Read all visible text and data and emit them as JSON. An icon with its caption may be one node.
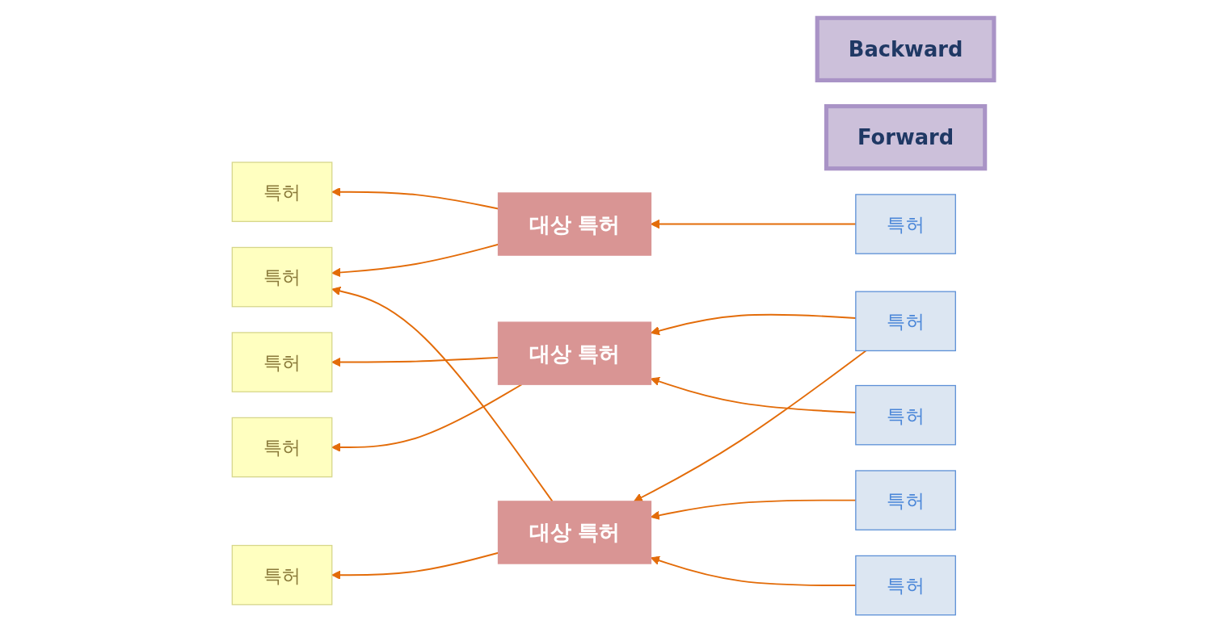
{
  "diagram": {
    "nodes": [
      {
        "text": [
          "Backward"
        ]
      },
      {
        "text": [
          "Forward"
        ]
      },
      {
        "text": [
          "특허"
        ]
      },
      {
        "text": [
          "대상 특허"
        ]
      },
      {
        "text": [
          "특허"
        ]
      },
      {
        "text": [
          "특허"
        ]
      },
      {
        "text": [
          "대상 특허"
        ]
      },
      {
        "text": [
          "특허"
        ]
      },
      {
        "text": [
          "특허"
        ]
      },
      {
        "text": [
          "대상 특허"
        ]
      },
      {
        "text": [
          "특허"
        ]
      },
      {
        "text": [
          "특허"
        ]
      },
      {
        "text": [
          "특허"
        ]
      },
      {
        "text": [
          "특허"
        ]
      },
      {
        "text": [
          "특허"
        ]
      }
    ],
    "edges": [
      {
        "from": 3,
        "to": 2,
        "arrow": "to"
      },
      {
        "from": 3,
        "to": 11,
        "arrow": "to"
      },
      {
        "from": 6,
        "to": 5,
        "arrow": "to"
      },
      {
        "from": 6,
        "to": 8,
        "arrow": "to"
      },
      {
        "from": 9,
        "to": 11,
        "arrow": "to"
      },
      {
        "from": 9,
        "to": 13,
        "arrow": "to"
      },
      {
        "from": 4,
        "to": 3,
        "arrow": "to"
      },
      {
        "from": 7,
        "to": 6,
        "arrow": "to"
      },
      {
        "from": 7,
        "to": 9,
        "arrow": "to"
      },
      {
        "from": 10,
        "to": 6,
        "arrow": "to"
      },
      {
        "from": 12,
        "to": 9,
        "arrow": "to"
      },
      {
        "from": 14,
        "to": 9,
        "arrow": "to"
      }
    ]
  }
}
